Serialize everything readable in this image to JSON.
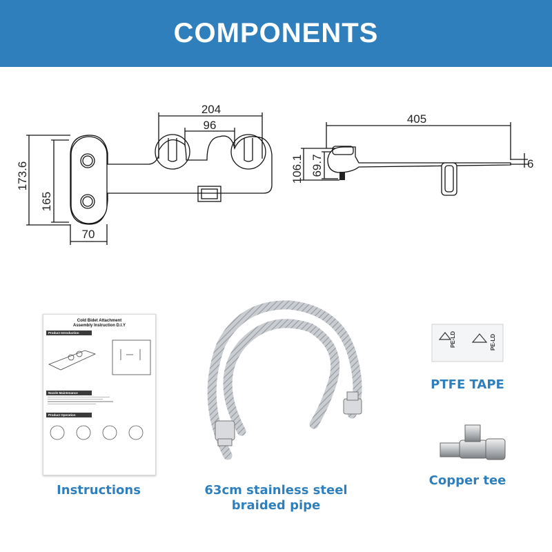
{
  "header": {
    "title": "COMPONENTS",
    "bg_color": "#2f7fbd"
  },
  "drawing": {
    "dim_204": "204",
    "dim_96": "96",
    "dim_173_6": "173.6",
    "dim_165": "165",
    "dim_70": "70",
    "dim_405": "405",
    "dim_106_1": "106.1",
    "dim_69_7": "69.7",
    "dim_6": "6"
  },
  "components": {
    "instructions": {
      "label": "Instructions",
      "manual_title_1": "Cold Bidet Attachment",
      "manual_title_2": "Assembly Instruction D.I.Y",
      "section_1": "Product Introduction",
      "section_2": "Nozzle Maintenance",
      "section_3": "Product Operation"
    },
    "pipe": {
      "label_line1": "63cm stainless steel",
      "label_line2": "braided pipe"
    },
    "ptfe": {
      "label": "PTFE TAPE",
      "tape_text": "PE-LD"
    },
    "tee": {
      "label": "Copper tee"
    }
  },
  "accent_color": "#2f7fbd"
}
